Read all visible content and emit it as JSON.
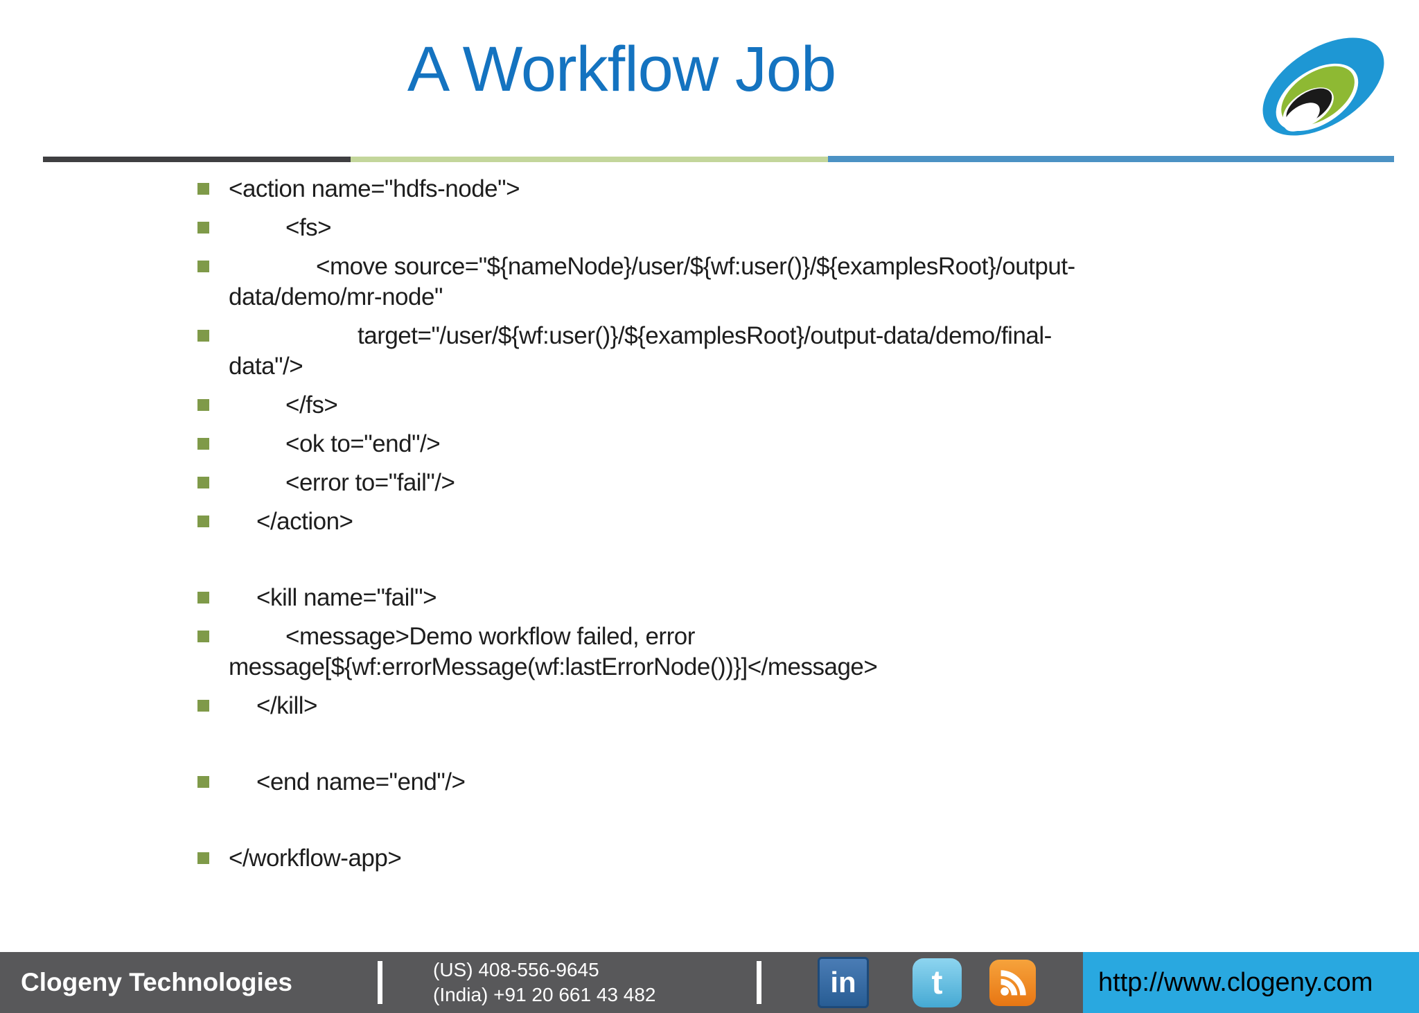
{
  "slide": {
    "title": "A Workflow Job",
    "colors": {
      "title_blue": "#1473c0",
      "bullet_square": "#7f9a49",
      "divider_dark": "#3f3f41",
      "divider_green": "#c3d69b",
      "divider_blue": "#4b92c4",
      "footer_bg": "#58585a",
      "url_panel_bg": "#29a8e0",
      "logo_blue": "#1e97d4",
      "logo_green": "#8eb933"
    }
  },
  "bullets": [
    {
      "indent": 0,
      "text": "<action name=\"hdfs-node\">"
    },
    {
      "indent": 82,
      "text": "<fs>"
    },
    {
      "indent": 126,
      "text": "<move source=\"${nameNode}/user/${wf:user()}/${examplesRoot}/output-\ndata/demo/mr-node\""
    },
    {
      "indent": 186,
      "text": "target=\"/user/${wf:user()}/${examplesRoot}/output-data/demo/final-\ndata\"/>"
    },
    {
      "indent": 82,
      "text": "</fs>"
    },
    {
      "indent": 82,
      "text": "<ok to=\"end\"/>"
    },
    {
      "indent": 82,
      "text": "<error to=\"fail\"/>"
    },
    {
      "indent": 40,
      "text": "</action>"
    },
    {
      "spacer": true
    },
    {
      "indent": 40,
      "text": "<kill name=\"fail\">"
    },
    {
      "indent": 82,
      "text": "<message>Demo workflow failed, error\nmessage[${wf:errorMessage(wf:lastErrorNode())}]</message>"
    },
    {
      "indent": 40,
      "text": "</kill>"
    },
    {
      "spacer": true
    },
    {
      "indent": 40,
      "text": "<end name=\"end\"/>"
    },
    {
      "spacer": true
    },
    {
      "indent": 0,
      "text": "</workflow-app>"
    }
  ],
  "footer": {
    "company": "Clogeny Technologies",
    "phone_us": "(US) 408-556-9645",
    "phone_india": "(India) +91 20 661 43 482",
    "website": "http://www.clogeny.com",
    "linkedin_label": "in",
    "twitter_label": "t"
  }
}
